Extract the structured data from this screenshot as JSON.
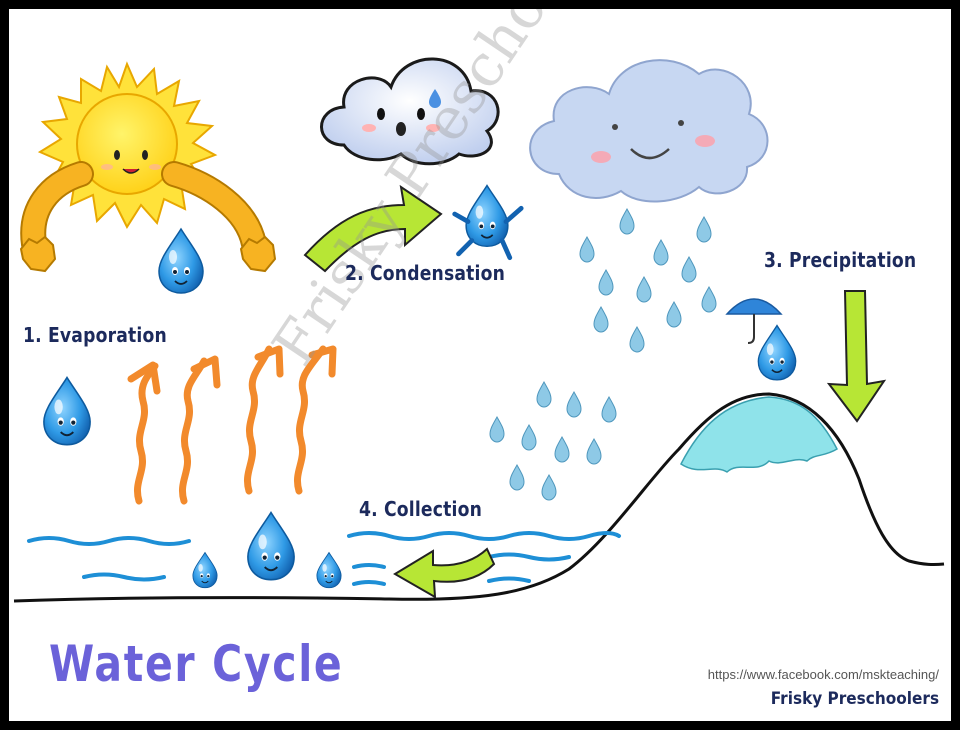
{
  "title": "Water Cycle",
  "watermark": "Frisky Preschoolers",
  "stages": [
    {
      "label": "1. Evaporation"
    },
    {
      "label": "2. Condensation"
    },
    {
      "label": "3. Precipitation"
    },
    {
      "label": "4. Collection"
    }
  ],
  "footer": {
    "url": "https://www.facebook.com/mskteaching/",
    "brand": "Frisky Preschoolers"
  },
  "colors": {
    "label": "#1c2a5c",
    "title": "#6b62d9",
    "sun": "#ffe23a",
    "arms": "#f7b322",
    "heat_arrows": "#f28a2c",
    "green_arrows": "#b7e635",
    "water": "#1e8fd6",
    "drop": "#3aa7e6",
    "cloud": "#c7d7f2",
    "snowcap": "#8fe3ea"
  },
  "icons": [
    "sun-icon",
    "cloud-icon",
    "raincloud-icon",
    "water-drop-icon",
    "umbrella-icon",
    "mountain-icon",
    "wave-icon",
    "arrow-icon"
  ]
}
